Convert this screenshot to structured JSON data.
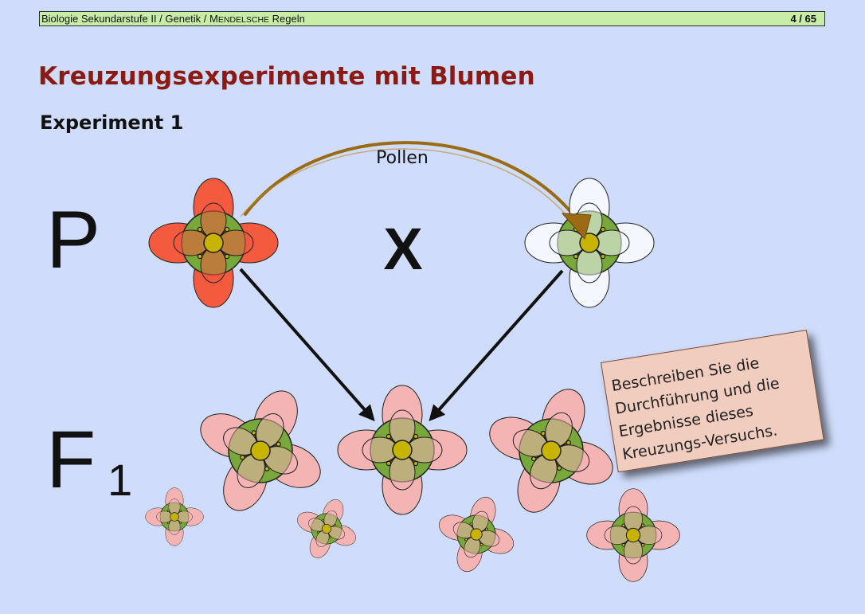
{
  "header": {
    "breadcrumb_prefix": "Biologie Sekundarstufe II / Genetik / M",
    "breadcrumb_smallcaps": "ENDELSCHE",
    "breadcrumb_suffix": " Regeln",
    "page_indicator": "4 / 65"
  },
  "slide": {
    "title": "Kreuzungsexperimente mit Blumen",
    "subtitle": "Experiment 1"
  },
  "diagram": {
    "generation_parent": "P",
    "generation_f_letter": "F",
    "generation_f_subscript": "1",
    "cross_symbol": "X",
    "pollen_label": "Pollen"
  },
  "task_note": {
    "line1": "Beschreiben Sie die",
    "line2": "Durchführung und die",
    "line3": "Ergebnisse dieses",
    "line4": "Kreuzungs-Versuchs."
  },
  "colors": {
    "background": "#cfdcfb",
    "title": "#8b1a12",
    "header_bar": "#c8eda6",
    "red_petal": "#f35a3e",
    "white_petal": "#f4f7fd",
    "pink_petal": "#f4b4b3",
    "sepal": "#78a83a",
    "center": "#c8b400",
    "pollen_arc": "#9a6b14"
  },
  "flower_icons": [
    "red-flower",
    "white-flower",
    "pink-flower"
  ]
}
